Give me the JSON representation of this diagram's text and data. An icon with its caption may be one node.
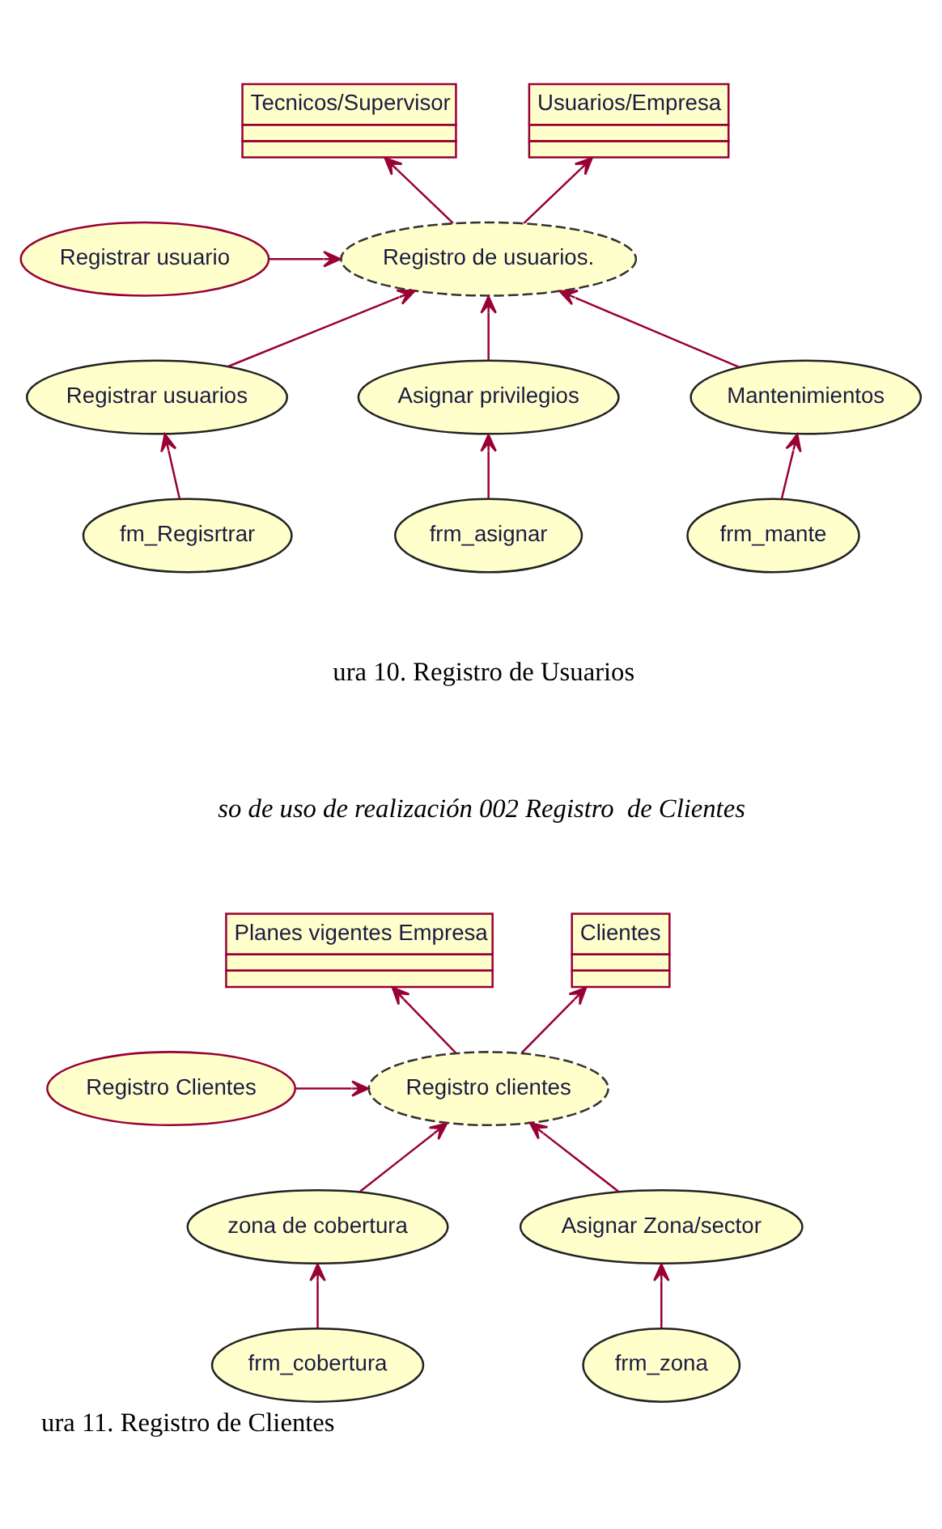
{
  "diagram": {
    "caption": "ura 11. Registro de Clientes",
    "nodes": [
      {
        "text": [
          "Tecnicos/Supervisor"
        ]
      },
      {
        "text": [
          "Usuarios/Empresa"
        ]
      },
      {
        "text": [
          "Registrar usuario"
        ]
      },
      {
        "text": [
          "Registro de usuarios."
        ]
      },
      {
        "text": [
          "Registrar usuarios"
        ]
      },
      {
        "text": [
          "Asignar privilegios"
        ]
      },
      {
        "text": [
          "Mantenimientos"
        ]
      },
      {
        "text": [
          "fm_Regisrtrar"
        ]
      },
      {
        "text": [
          "frm_asignar"
        ]
      },
      {
        "text": [
          "frm_mante"
        ]
      },
      {
        "text": [
          "Planes vigentes Empresa"
        ]
      },
      {
        "text": [
          "Clientes"
        ]
      },
      {
        "text": [
          "Registro Clientes"
        ]
      },
      {
        "text": [
          "Registro clientes"
        ]
      },
      {
        "text": [
          "zona de cobertura"
        ]
      },
      {
        "text": [
          "Asignar Zona/sector"
        ]
      },
      {
        "text": [
          "frm_cobertura"
        ]
      },
      {
        "text": [
          "frm_zona"
        ]
      }
    ],
    "edges": [
      {
        "from": 3,
        "to": 0,
        "arrow": "to"
      },
      {
        "from": 3,
        "to": 1,
        "arrow": "to"
      },
      {
        "from": 2,
        "to": 3,
        "arrow": "to"
      },
      {
        "from": 4,
        "to": 3,
        "arrow": "to"
      },
      {
        "from": 5,
        "to": 3,
        "arrow": "to"
      },
      {
        "from": 6,
        "to": 3,
        "arrow": "to"
      },
      {
        "from": 7,
        "to": 4,
        "arrow": "to"
      },
      {
        "from": 8,
        "to": 5,
        "arrow": "to"
      },
      {
        "from": 9,
        "to": 6,
        "arrow": "to"
      },
      {
        "from": 13,
        "to": 10,
        "arrow": "to"
      },
      {
        "from": 13,
        "to": 11,
        "arrow": "to"
      },
      {
        "from": 12,
        "to": 13,
        "arrow": "to"
      },
      {
        "from": 14,
        "to": 13,
        "arrow": "to"
      },
      {
        "from": 15,
        "to": 13,
        "arrow": "to"
      },
      {
        "from": 16,
        "to": 14,
        "arrow": "to"
      },
      {
        "from": 17,
        "to": 15,
        "arrow": "to"
      }
    ],
    "labels": [
      "ura 10. Registro de Usuarios",
      "so de uso de realización 002 Registro  de Clientes"
    ]
  }
}
